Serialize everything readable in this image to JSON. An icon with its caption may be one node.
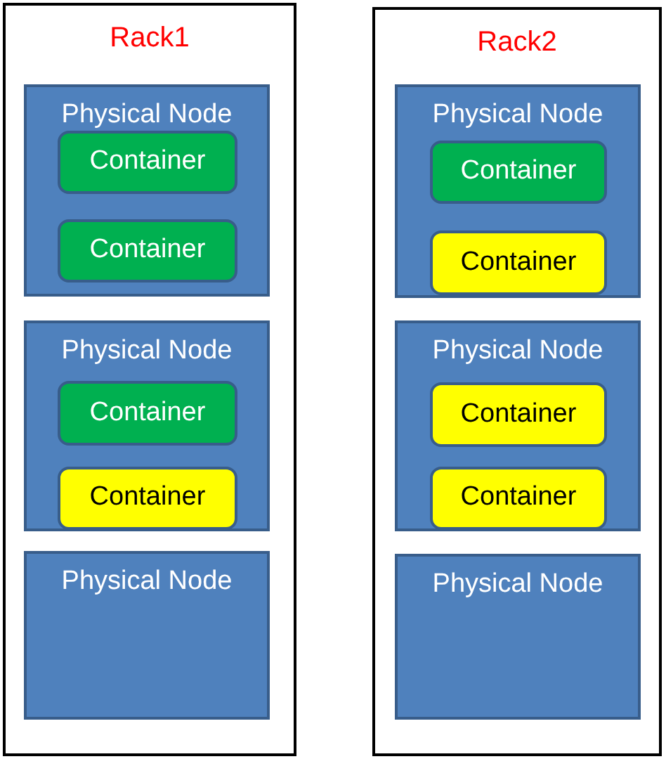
{
  "diagram": {
    "nodes": [
      {
        "text": [
          "Rack1"
        ]
      },
      {
        "text": [
          "Physical Node"
        ],
        "in": 0
      },
      {
        "text": [
          "Container"
        ],
        "in": 1
      },
      {
        "text": [
          "Container"
        ],
        "in": 1
      },
      {
        "text": [
          "Physical Node"
        ],
        "in": 0
      },
      {
        "text": [
          "Container"
        ],
        "in": 4
      },
      {
        "text": [
          "Container"
        ],
        "in": 4
      },
      {
        "text": [
          "Physical Node"
        ],
        "in": 0
      },
      {
        "text": [
          "Rack2"
        ]
      },
      {
        "text": [
          "Physical Node"
        ],
        "in": 8
      },
      {
        "text": [
          "Container"
        ],
        "in": 9
      },
      {
        "text": [
          "Container"
        ],
        "in": 9
      },
      {
        "text": [
          "Physical Node"
        ],
        "in": 8
      },
      {
        "text": [
          "Container"
        ],
        "in": 12
      },
      {
        "text": [
          "Container"
        ],
        "in": 12
      },
      {
        "text": [
          "Physical Node"
        ],
        "in": 8
      }
    ]
  }
}
